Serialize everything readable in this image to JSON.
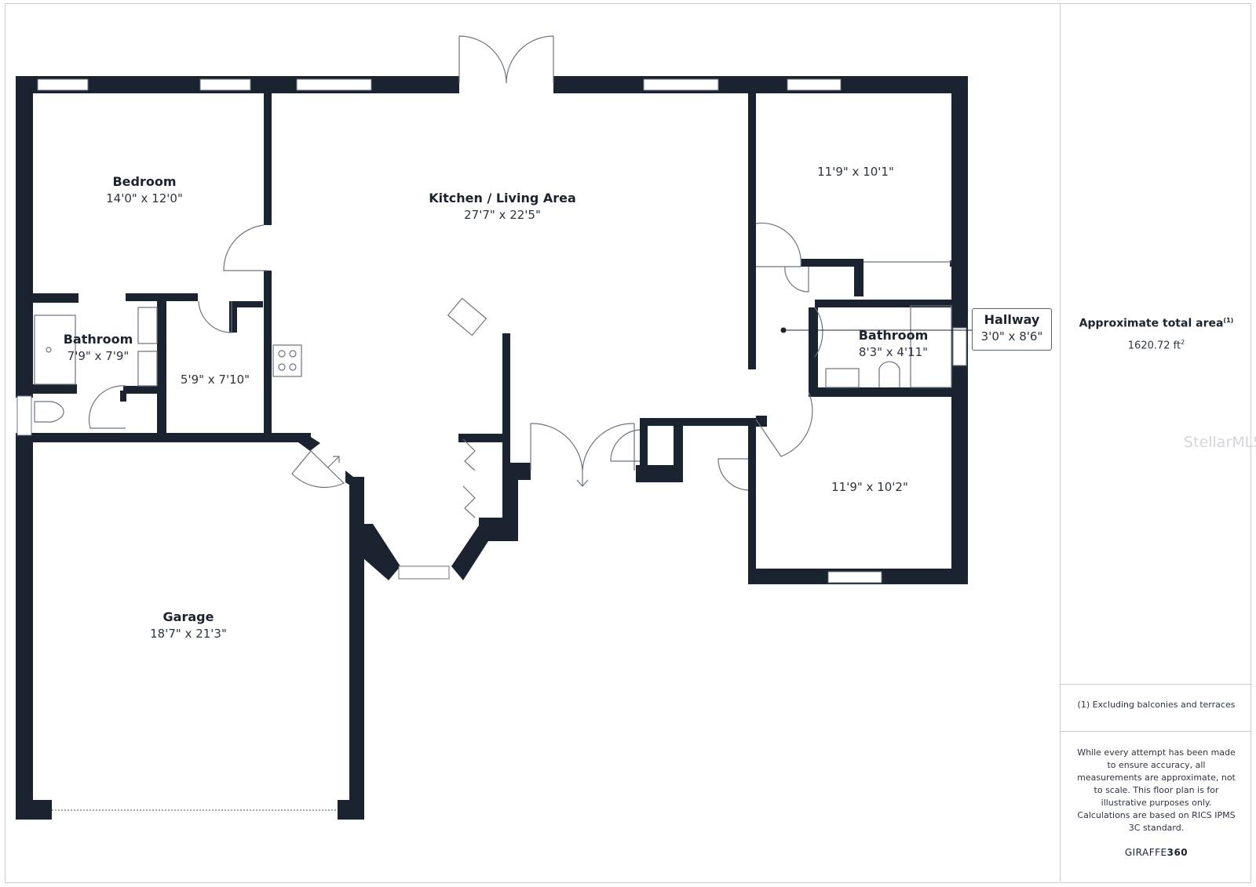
{
  "rooms": {
    "bedroom_main": {
      "name": "Bedroom",
      "dim": "14'0\" x 12'0\""
    },
    "kitchen_living": {
      "name": "Kitchen / Living Area",
      "dim": "27'7\" x 22'5\""
    },
    "bedroom_ne": {
      "dim": "11'9\" x 10'1\""
    },
    "bathroom_west": {
      "name": "Bathroom",
      "dim": "7'9\" x 7'9\""
    },
    "closet": {
      "dim": "5'9\" x 7'10\""
    },
    "bathroom_east": {
      "name": "Bathroom",
      "dim": "8'3\" x 4'11\""
    },
    "hallway": {
      "name": "Hallway",
      "dim": "3'0\" x 8'6\""
    },
    "bedroom_se": {
      "dim": "11'9\" x 10'2\""
    },
    "garage": {
      "name": "Garage",
      "dim": "18'7\" x 21'3\""
    }
  },
  "sidebar": {
    "area_title": "Approximate total area",
    "area_note_marker": "(1)",
    "area_value": "1620.72 ft",
    "area_unit_sup": "2",
    "footnote": "(1) Excluding balconies and terraces",
    "disclaimer": "While every attempt has been made to ensure accuracy, all measurements are approximate, not to scale. This floor plan is for illustrative purposes only.",
    "calc_note": "Calculations are based on RICS IPMS 3C standard.",
    "brand_a": "GIRAFFE",
    "brand_b": "360"
  },
  "watermark": "StellarMLS",
  "colors": {
    "wall": "#1b2330",
    "window": "#ffffff",
    "line": "#6b7380"
  }
}
